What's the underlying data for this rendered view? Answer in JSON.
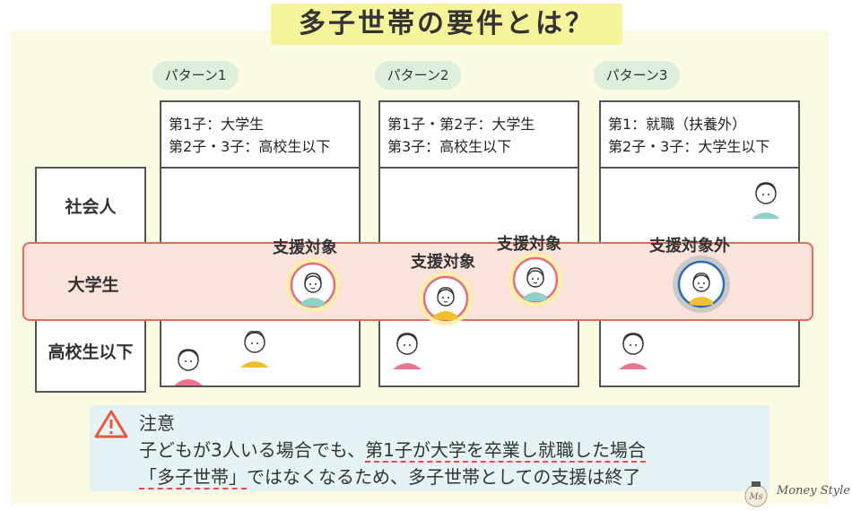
{
  "title": "多子世帯の要件とは？",
  "patterns": [
    {
      "label": "パターン1",
      "line1": "第1子：大学生",
      "line2": "第2子・3子：高校生以下"
    },
    {
      "label": "パターン2",
      "line1": "第1子・第2子：大学生",
      "line2": "第3子：高校生以下"
    },
    {
      "label": "パターン3",
      "line1": "第1：就職（扶養外）",
      "line2": "第2子・3子：大学生以下"
    }
  ],
  "rows": {
    "adult": "社会人",
    "university": "大学生",
    "high_school": "高校生以下"
  },
  "tags": {
    "supported": "支援対象",
    "not_supported": "支援対象外"
  },
  "notice": {
    "heading": "注意",
    "line1_a": "子どもが3人いる場合でも、",
    "line1_b": "第1子が大学を卒業し就職した場合",
    "line2_a": "「多子世帯」",
    "line2_b": "ではなくなるため、多子世帯としての支援は終了"
  },
  "logo": {
    "text": "Money Style",
    "mark": "Ms"
  },
  "colors": {
    "accent_red": "#e86a5c",
    "highlight_yellow": "#f6f49a",
    "pill_green": "#ddeedd",
    "notice_blue": "#e6f3f6"
  }
}
